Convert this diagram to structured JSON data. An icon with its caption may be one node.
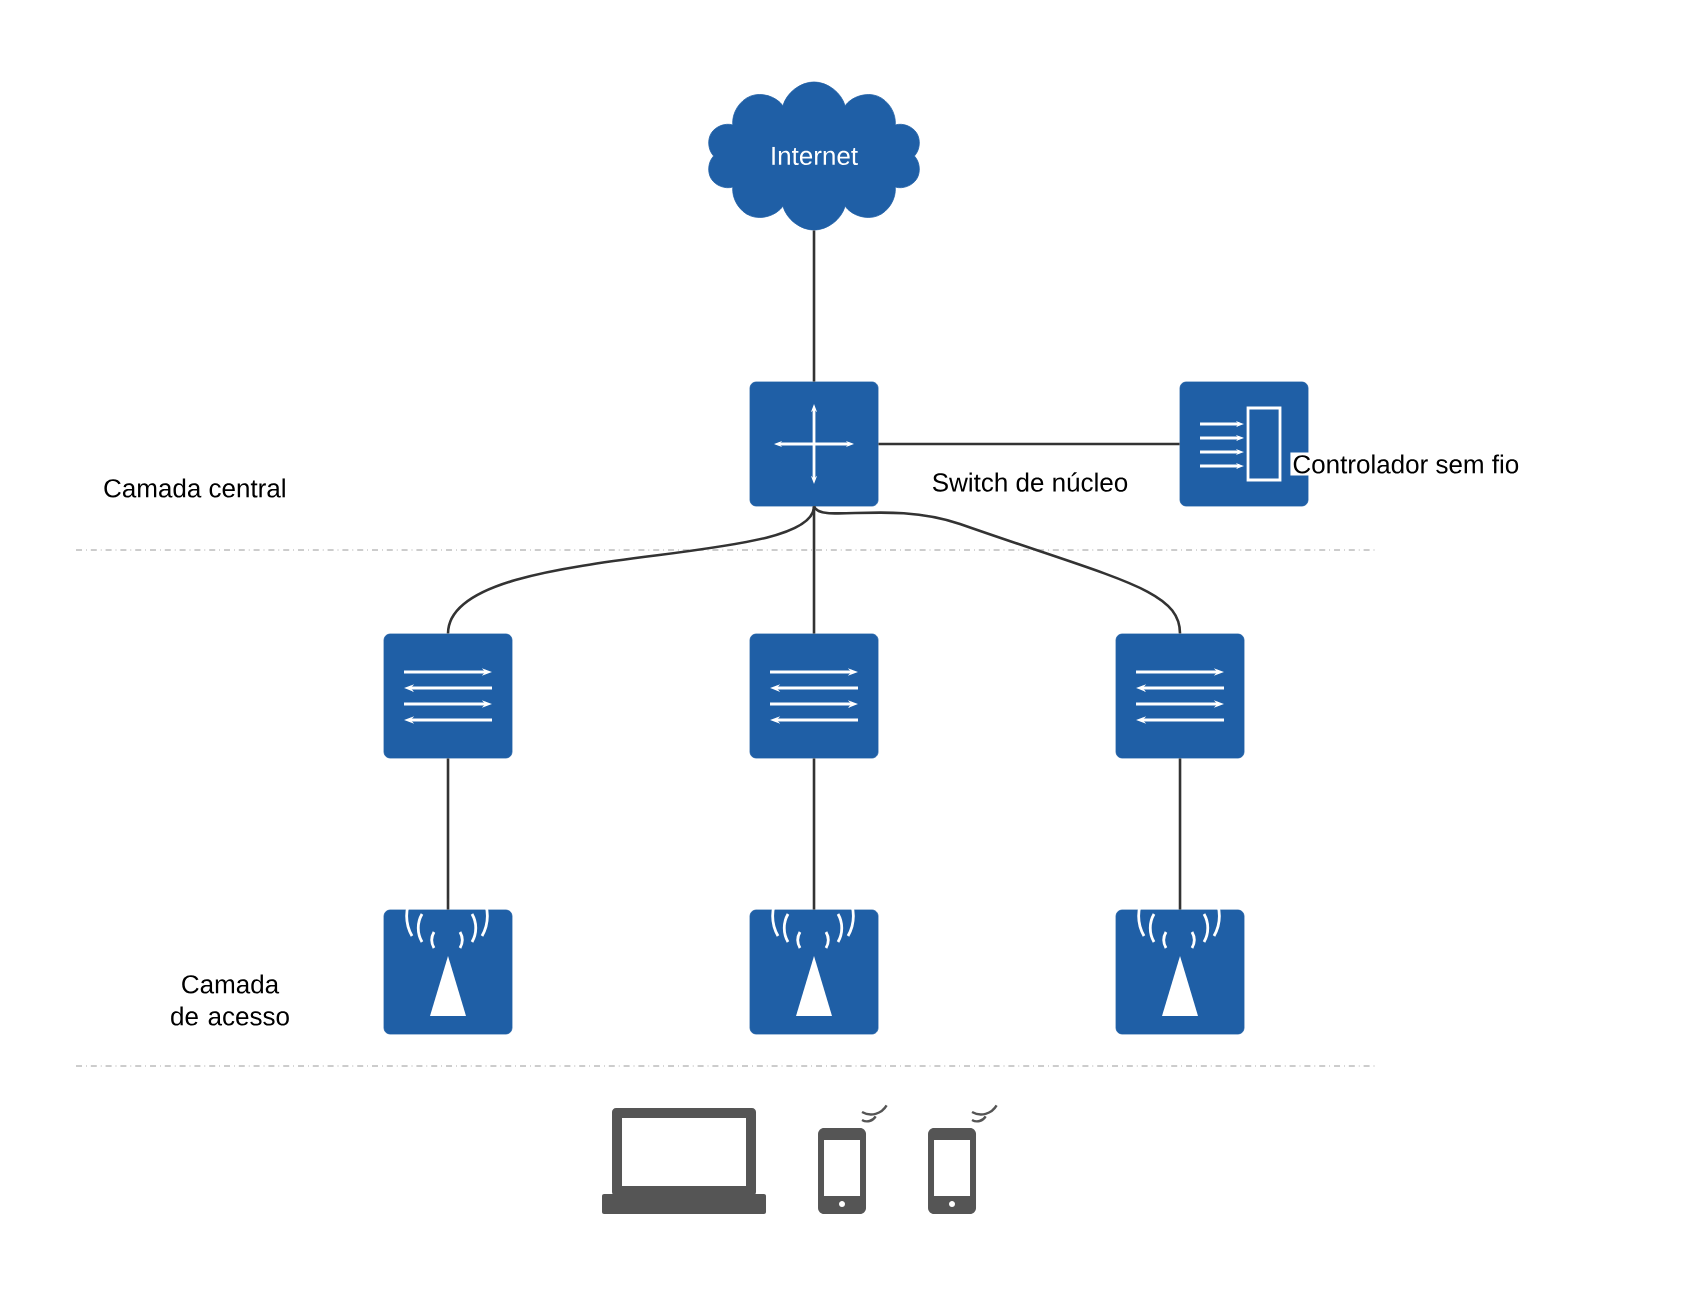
{
  "diagram": {
    "nodes": [
      {
        "text": [
          "Internet"
        ]
      },
      {
        "text": [],
        "shape": "box",
        "beside": [
          "Switch de núcleo"
        ]
      },
      {
        "text": [],
        "shape": "box",
        "beside": [
          "Controlador sem fio"
        ]
      },
      {
        "text": [],
        "shape": "box"
      },
      {
        "text": [],
        "shape": "box"
      },
      {
        "text": [],
        "shape": "box"
      },
      {
        "text": [],
        "shape": "box"
      },
      {
        "text": [],
        "shape": "box"
      },
      {
        "text": [],
        "shape": "box"
      }
    ],
    "edges": [
      {
        "from": 0,
        "to": 1,
        "arrow": "none"
      },
      {
        "from": 1,
        "to": 2,
        "arrow": "none"
      },
      {
        "from": 1,
        "to": 3,
        "arrow": "none"
      },
      {
        "from": 1,
        "to": 4,
        "arrow": "none"
      },
      {
        "from": 1,
        "to": 5,
        "arrow": "none"
      },
      {
        "from": 3,
        "to": 6,
        "arrow": "none"
      },
      {
        "from": 4,
        "to": 7,
        "arrow": "none"
      },
      {
        "from": 5,
        "to": 8,
        "arrow": "none"
      }
    ],
    "labels": [
      "Camada central",
      "Camada de acesso"
    ]
  }
}
